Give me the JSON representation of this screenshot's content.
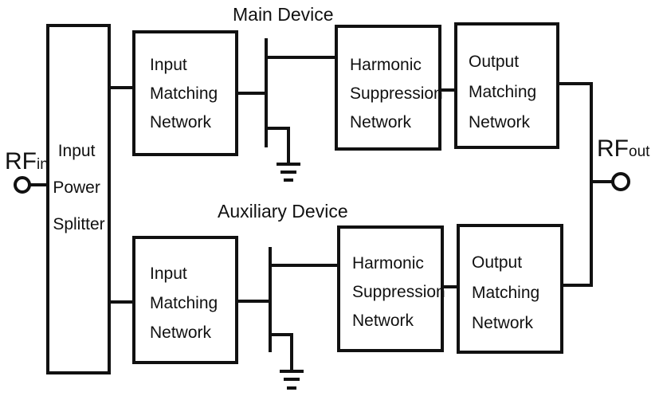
{
  "diagram": {
    "rf_in": {
      "main": "RF",
      "sub": "in"
    },
    "rf_out": {
      "main": "RF",
      "sub": "out"
    },
    "splitter": {
      "lines": [
        "Input",
        "Power",
        "Splitter"
      ]
    },
    "main_path": {
      "device_label": "Main Device",
      "input_matching": {
        "lines": [
          "Input",
          "Matching",
          "Network"
        ]
      },
      "harmonic_suppression": {
        "lines": [
          "Harmonic",
          "Suppression",
          "Network"
        ]
      },
      "output_matching": {
        "lines": [
          "Output",
          "Matching",
          "Network"
        ]
      }
    },
    "aux_path": {
      "device_label": "Auxiliary Device",
      "input_matching": {
        "lines": [
          "Input",
          "Matching",
          "Network"
        ]
      },
      "harmonic_suppression": {
        "lines": [
          "Harmonic",
          "Suppression",
          "Network"
        ]
      },
      "output_matching": {
        "lines": [
          "Output",
          "Matching",
          "Network"
        ]
      }
    }
  }
}
